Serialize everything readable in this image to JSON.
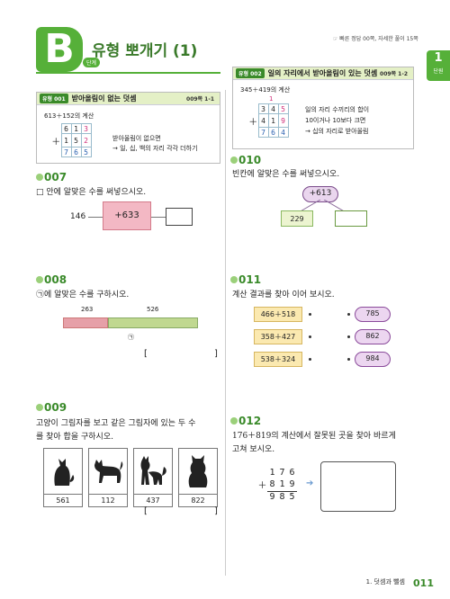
{
  "header": {
    "big_letter": "B",
    "level": "단계",
    "title": "유형 뽀개기 (1)",
    "answer_ref": "☞ 빠른 정답 00쪽, 자세한 풀이 15쪽",
    "unit_num": "1",
    "unit_label": "단원"
  },
  "type001": {
    "tag": "유형 001",
    "title": "받아올림이 없는 덧셈",
    "ref": "009쪽 1-1",
    "problem": "613＋152의 계산",
    "row1": [
      "6",
      "1",
      "3"
    ],
    "row2_op": "＋",
    "row2": [
      "1",
      "5",
      "2"
    ],
    "row3": [
      "7",
      "6",
      "5"
    ],
    "note1": "받아올림이 없으면",
    "note2": "→ 일, 십, 백의 자리 각각 더하기"
  },
  "type002": {
    "tag": "유형 002",
    "title": "일의 자리에서 받아올림이 있는 덧셈",
    "ref": "009쪽 1-2",
    "problem": "345＋419의 계산",
    "carry": "1",
    "row1": [
      "3",
      "4",
      "5"
    ],
    "row2_op": "＋",
    "row2": [
      "4",
      "1",
      "9"
    ],
    "row3": [
      "7",
      "6",
      "4"
    ],
    "note1": "일의 자리 수끼리의 합이",
    "note2": "10이거나 10보다 크면",
    "note3": "→ 십의 자리로 받아올림"
  },
  "p007": {
    "num": "007",
    "text": "□ 안에 알맞은 수를 써넣으시오.",
    "left": "146",
    "op": "+633"
  },
  "p008": {
    "num": "008",
    "text": "㉠에 알맞은 수를 구하시오.",
    "a": "263",
    "b": "526",
    "marker": "㉠",
    "bracket_l": "[",
    "bracket_r": "]"
  },
  "p009": {
    "num": "009",
    "text1": "고양이 그림자를 보고 같은 그림자에 있는 두 수",
    "text2": "를 찾아 합을 구하시오.",
    "values": [
      "561",
      "112",
      "437",
      "822"
    ],
    "bracket_l": "[",
    "bracket_r": "]"
  },
  "p010": {
    "num": "010",
    "text": "빈칸에 알맞은 수를 써넣으시오.",
    "op": "+613",
    "left": "229"
  },
  "p011": {
    "num": "011",
    "text": "계산 결과를 찾아 이어 보시오.",
    "exprs": [
      "466＋518",
      "358＋427",
      "538＋324"
    ],
    "results": [
      "785",
      "862",
      "984"
    ]
  },
  "p012": {
    "num": "012",
    "text1": "176＋819의 계산에서 잘못된 곳을 찾아 바르게",
    "text2": "고쳐 보시오.",
    "row1": [
      "1",
      "7",
      "6"
    ],
    "row2_op": "＋",
    "row2": [
      "8",
      "1",
      "9"
    ],
    "row3": [
      "9",
      "8",
      "5"
    ]
  },
  "footer": {
    "chapter": "1. 덧셈과 뺄셈",
    "page": "011"
  }
}
